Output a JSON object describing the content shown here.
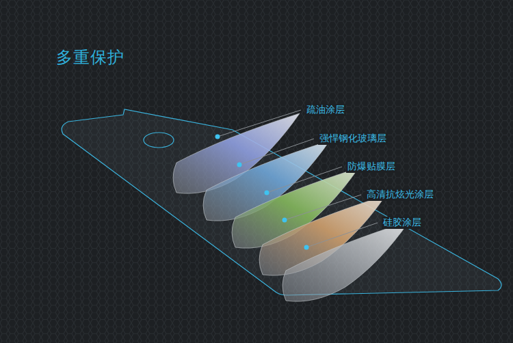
{
  "diagram": {
    "title": "多重保护",
    "labels": [
      "疏油涂层",
      "强悍钢化玻璃层",
      "防爆贴膜层",
      "高清抗炫光涂层",
      "硅胶涂层"
    ]
  }
}
